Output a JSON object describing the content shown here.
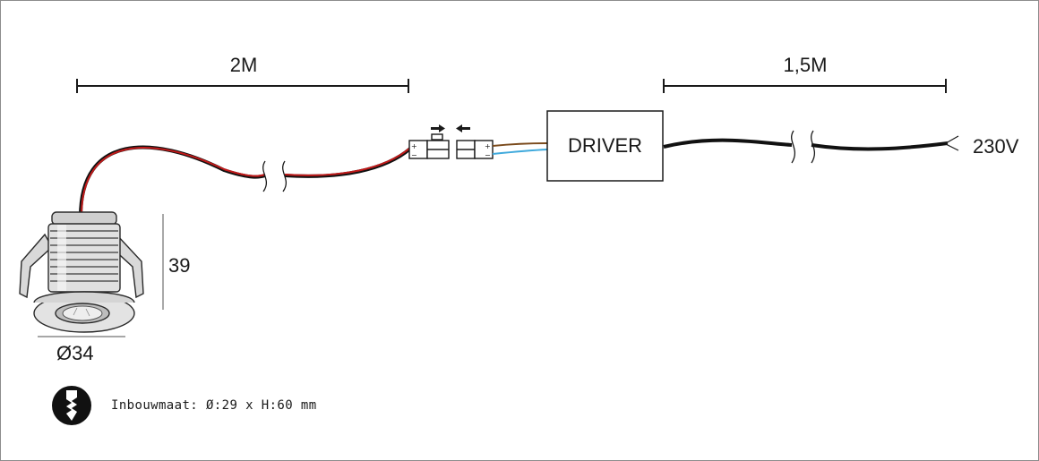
{
  "labels": {
    "cable_length_led": "2M",
    "cable_length_mains": "1,5M",
    "driver": "DRIVER",
    "voltage": "230V",
    "height": "39",
    "diameter": "Ø34"
  },
  "installation_note": {
    "label": "Inbouwmaat:",
    "value": "Ø:29 x H:60 mm",
    "icon": "drill-icon"
  },
  "colors": {
    "cable_red": "#c21a1a",
    "cable_black": "#111111",
    "wire_brown": "#7a4a1c",
    "wire_blue": "#3fa9dc",
    "line": "#1a1a1a"
  }
}
